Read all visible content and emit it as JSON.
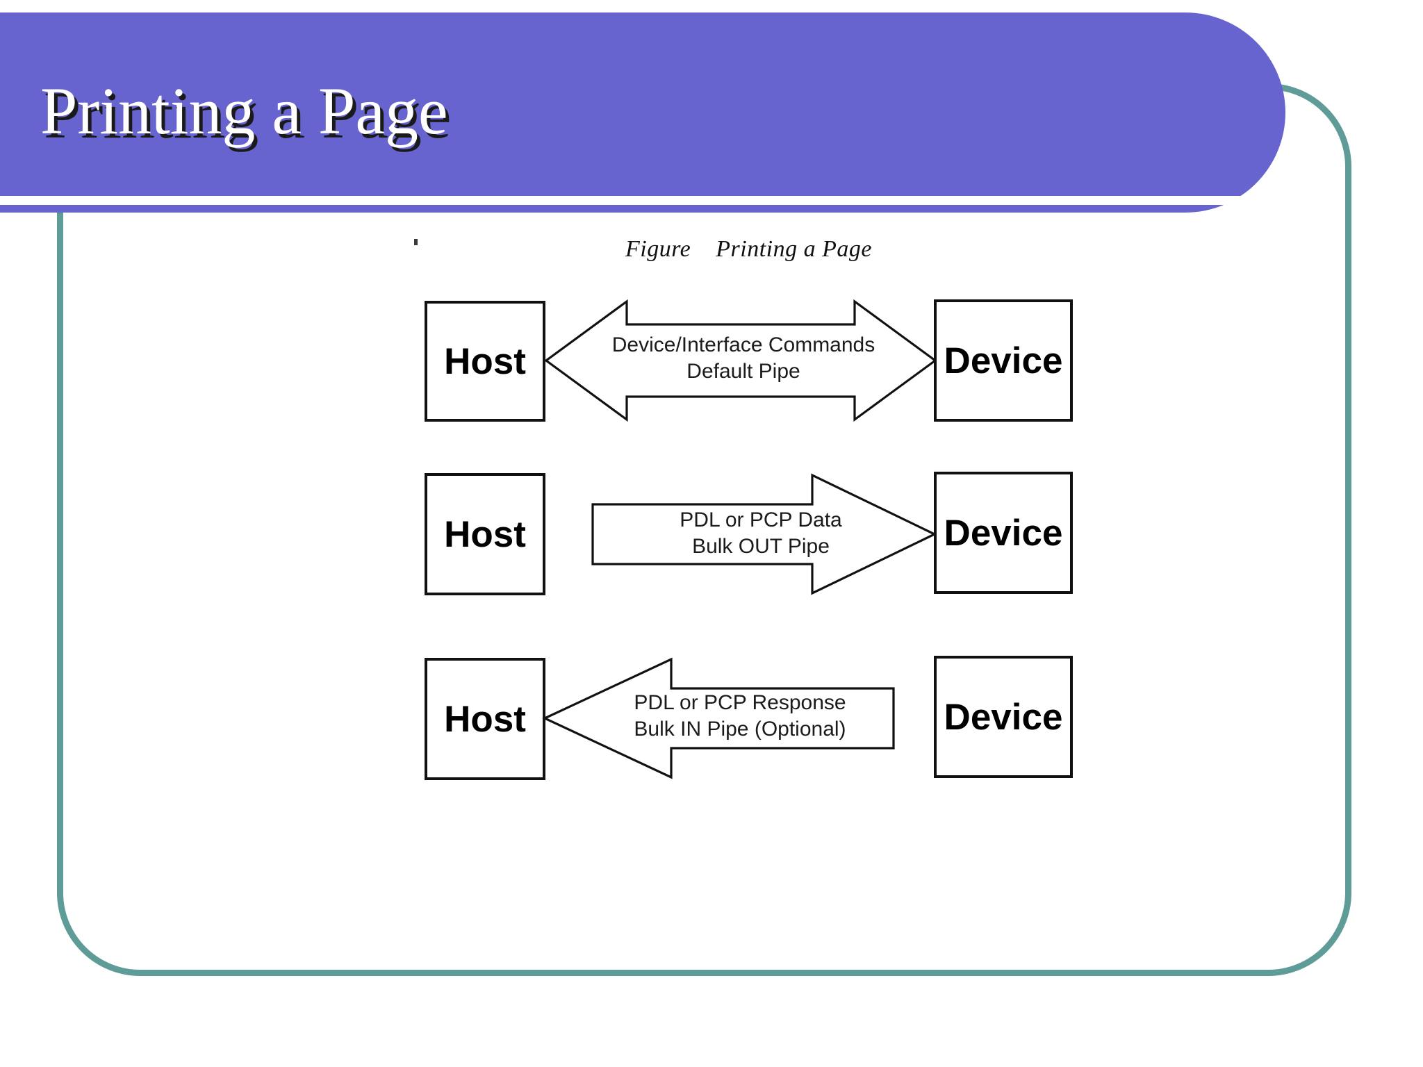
{
  "slide": {
    "title": "Printing a Page",
    "accent_purple": "#6764cf",
    "accent_teal": "#5f9c97",
    "title_text_color": "#ffffff",
    "background": "#ffffff"
  },
  "figure": {
    "caption_prefix": "Figure",
    "caption_text": "Printing a Page",
    "caption_full": "Figure    Printing a Page",
    "rows": [
      {
        "left_node": "Host",
        "right_node": "Device",
        "direction": "bidirectional",
        "label_line1": "Device/Interface Commands",
        "label_line2": "Default Pipe"
      },
      {
        "left_node": "Host",
        "right_node": "Device",
        "direction": "right",
        "label_line1": "PDL or PCP Data",
        "label_line2": "Bulk OUT Pipe"
      },
      {
        "left_node": "Host",
        "right_node": "Device",
        "direction": "left",
        "label_line1": "PDL or PCP Response",
        "label_line2": "Bulk IN Pipe (Optional)"
      }
    ]
  }
}
